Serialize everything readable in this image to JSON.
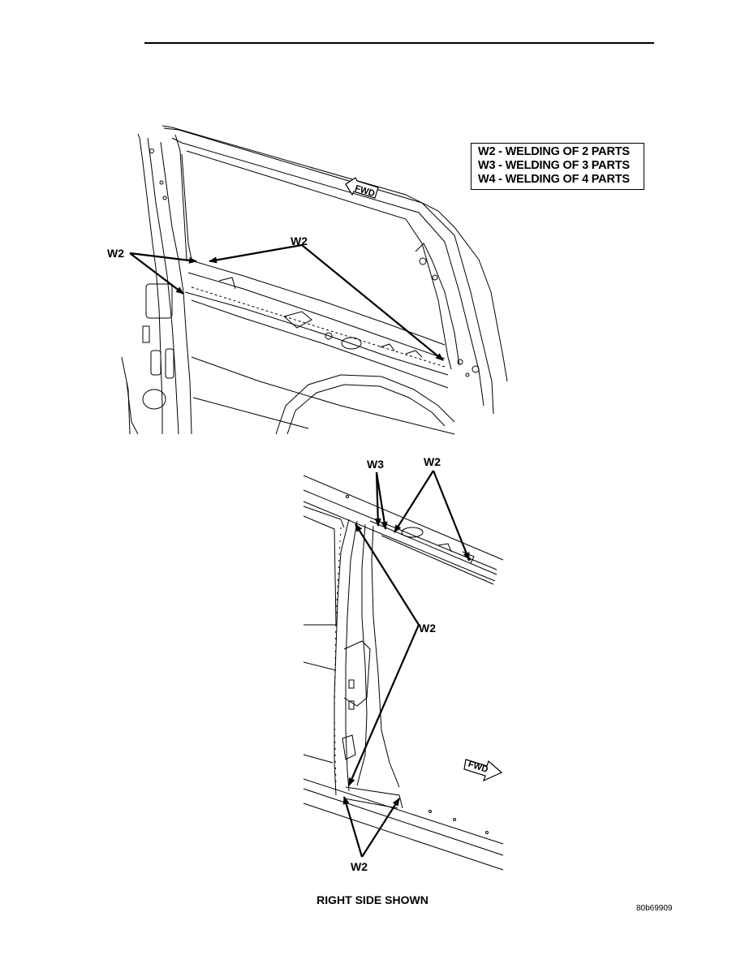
{
  "legend": {
    "lines": [
      "W2 - WELDING OF 2 PARTS",
      "W3 - WELDING OF 3 PARTS",
      "W4 - WELDING OF 4 PARTS"
    ]
  },
  "callouts": {
    "top_left": "W2",
    "top_center": "W2",
    "bottom_w3": "W3",
    "bottom_top_w2": "W2",
    "bottom_mid_w2": "W2",
    "bottom_low_w2": "W2"
  },
  "fwd": {
    "top": "FWD",
    "bottom": "FWD"
  },
  "caption": "RIGHT SIDE SHOWN",
  "figure_id": "80b69909"
}
